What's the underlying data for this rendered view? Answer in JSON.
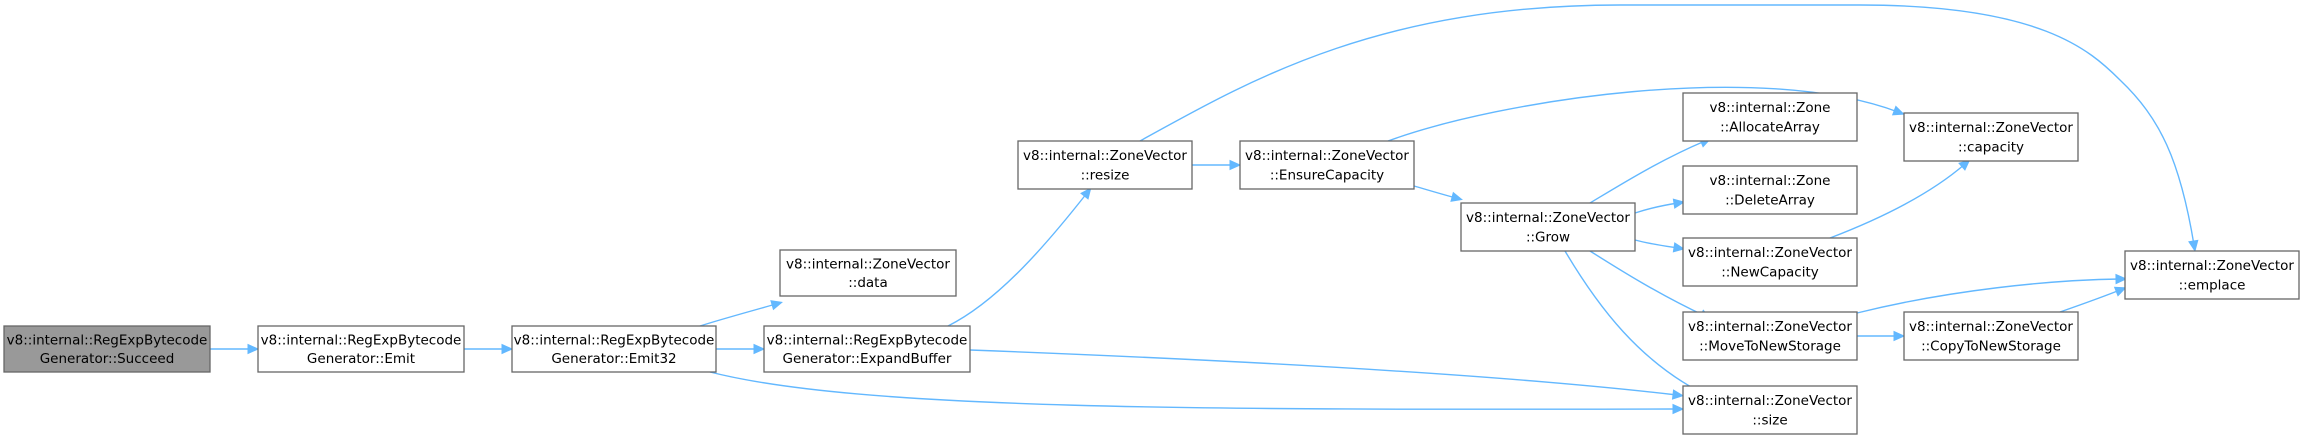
{
  "graph": {
    "nodes": {
      "succeed": {
        "line1": "v8::internal::RegExpBytecode",
        "line2": "Generator::Succeed",
        "highlighted": true
      },
      "emit": {
        "line1": "v8::internal::RegExpBytecode",
        "line2": "Generator::Emit"
      },
      "emit32": {
        "line1": "v8::internal::RegExpBytecode",
        "line2": "Generator::Emit32"
      },
      "data": {
        "line1": "v8::internal::ZoneVector",
        "line2": "::data"
      },
      "expand_buffer": {
        "line1": "v8::internal::RegExpBytecode",
        "line2": "Generator::ExpandBuffer"
      },
      "resize": {
        "line1": "v8::internal::ZoneVector",
        "line2": "::resize"
      },
      "ensure_capacity": {
        "line1": "v8::internal::ZoneVector",
        "line2": "::EnsureCapacity"
      },
      "grow": {
        "line1": "v8::internal::ZoneVector",
        "line2": "::Grow"
      },
      "allocate_array": {
        "line1": "v8::internal::Zone",
        "line2": "::AllocateArray"
      },
      "delete_array": {
        "line1": "v8::internal::Zone",
        "line2": "::DeleteArray"
      },
      "new_capacity": {
        "line1": "v8::internal::ZoneVector",
        "line2": "::NewCapacity"
      },
      "move_to_new_storage": {
        "line1": "v8::internal::ZoneVector",
        "line2": "::MoveToNewStorage"
      },
      "size": {
        "line1": "v8::internal::ZoneVector",
        "line2": "::size"
      },
      "capacity": {
        "line1": "v8::internal::ZoneVector",
        "line2": "::capacity"
      },
      "copy_to_new_storage": {
        "line1": "v8::internal::ZoneVector",
        "line2": "::CopyToNewStorage"
      },
      "emplace": {
        "line1": "v8::internal::ZoneVector",
        "line2": "::emplace"
      }
    },
    "edges": [
      [
        "succeed",
        "emit"
      ],
      [
        "emit",
        "emit32"
      ],
      [
        "emit32",
        "data"
      ],
      [
        "emit32",
        "expand_buffer"
      ],
      [
        "emit32",
        "size"
      ],
      [
        "expand_buffer",
        "resize"
      ],
      [
        "expand_buffer",
        "size"
      ],
      [
        "resize",
        "ensure_capacity"
      ],
      [
        "resize",
        "emplace"
      ],
      [
        "ensure_capacity",
        "capacity"
      ],
      [
        "ensure_capacity",
        "grow"
      ],
      [
        "grow",
        "allocate_array"
      ],
      [
        "grow",
        "delete_array"
      ],
      [
        "grow",
        "new_capacity"
      ],
      [
        "grow",
        "move_to_new_storage"
      ],
      [
        "grow",
        "size"
      ],
      [
        "new_capacity",
        "capacity"
      ],
      [
        "move_to_new_storage",
        "copy_to_new_storage"
      ],
      [
        "move_to_new_storage",
        "emplace"
      ],
      [
        "copy_to_new_storage",
        "emplace"
      ]
    ]
  },
  "colors": {
    "edge": "#63b8ff",
    "node_border": "#666666",
    "node_fill": "#ffffff",
    "highlight_fill": "#999999"
  }
}
